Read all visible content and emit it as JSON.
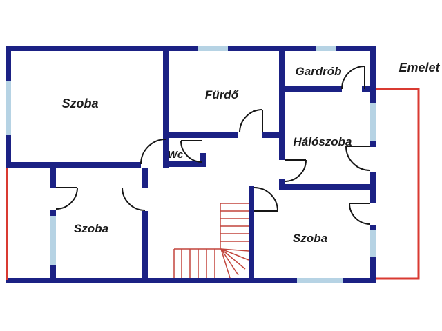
{
  "floor_label": "Emelet",
  "rooms": {
    "szoba_tl": "Szoba",
    "furdo": "Fürdő",
    "gardrob": "Gardrób",
    "haloszoba": "Hálószoba",
    "wc": "Wc",
    "szoba_bl": "Szoba",
    "szoba_br": "Szoba"
  },
  "colors": {
    "wall": "#1b2184",
    "window": "#b6d3e4",
    "door": "#161616",
    "stair": "#c2443c",
    "outline": "#d93a31",
    "label": "#1c1c1c",
    "background": "#ffffff"
  }
}
